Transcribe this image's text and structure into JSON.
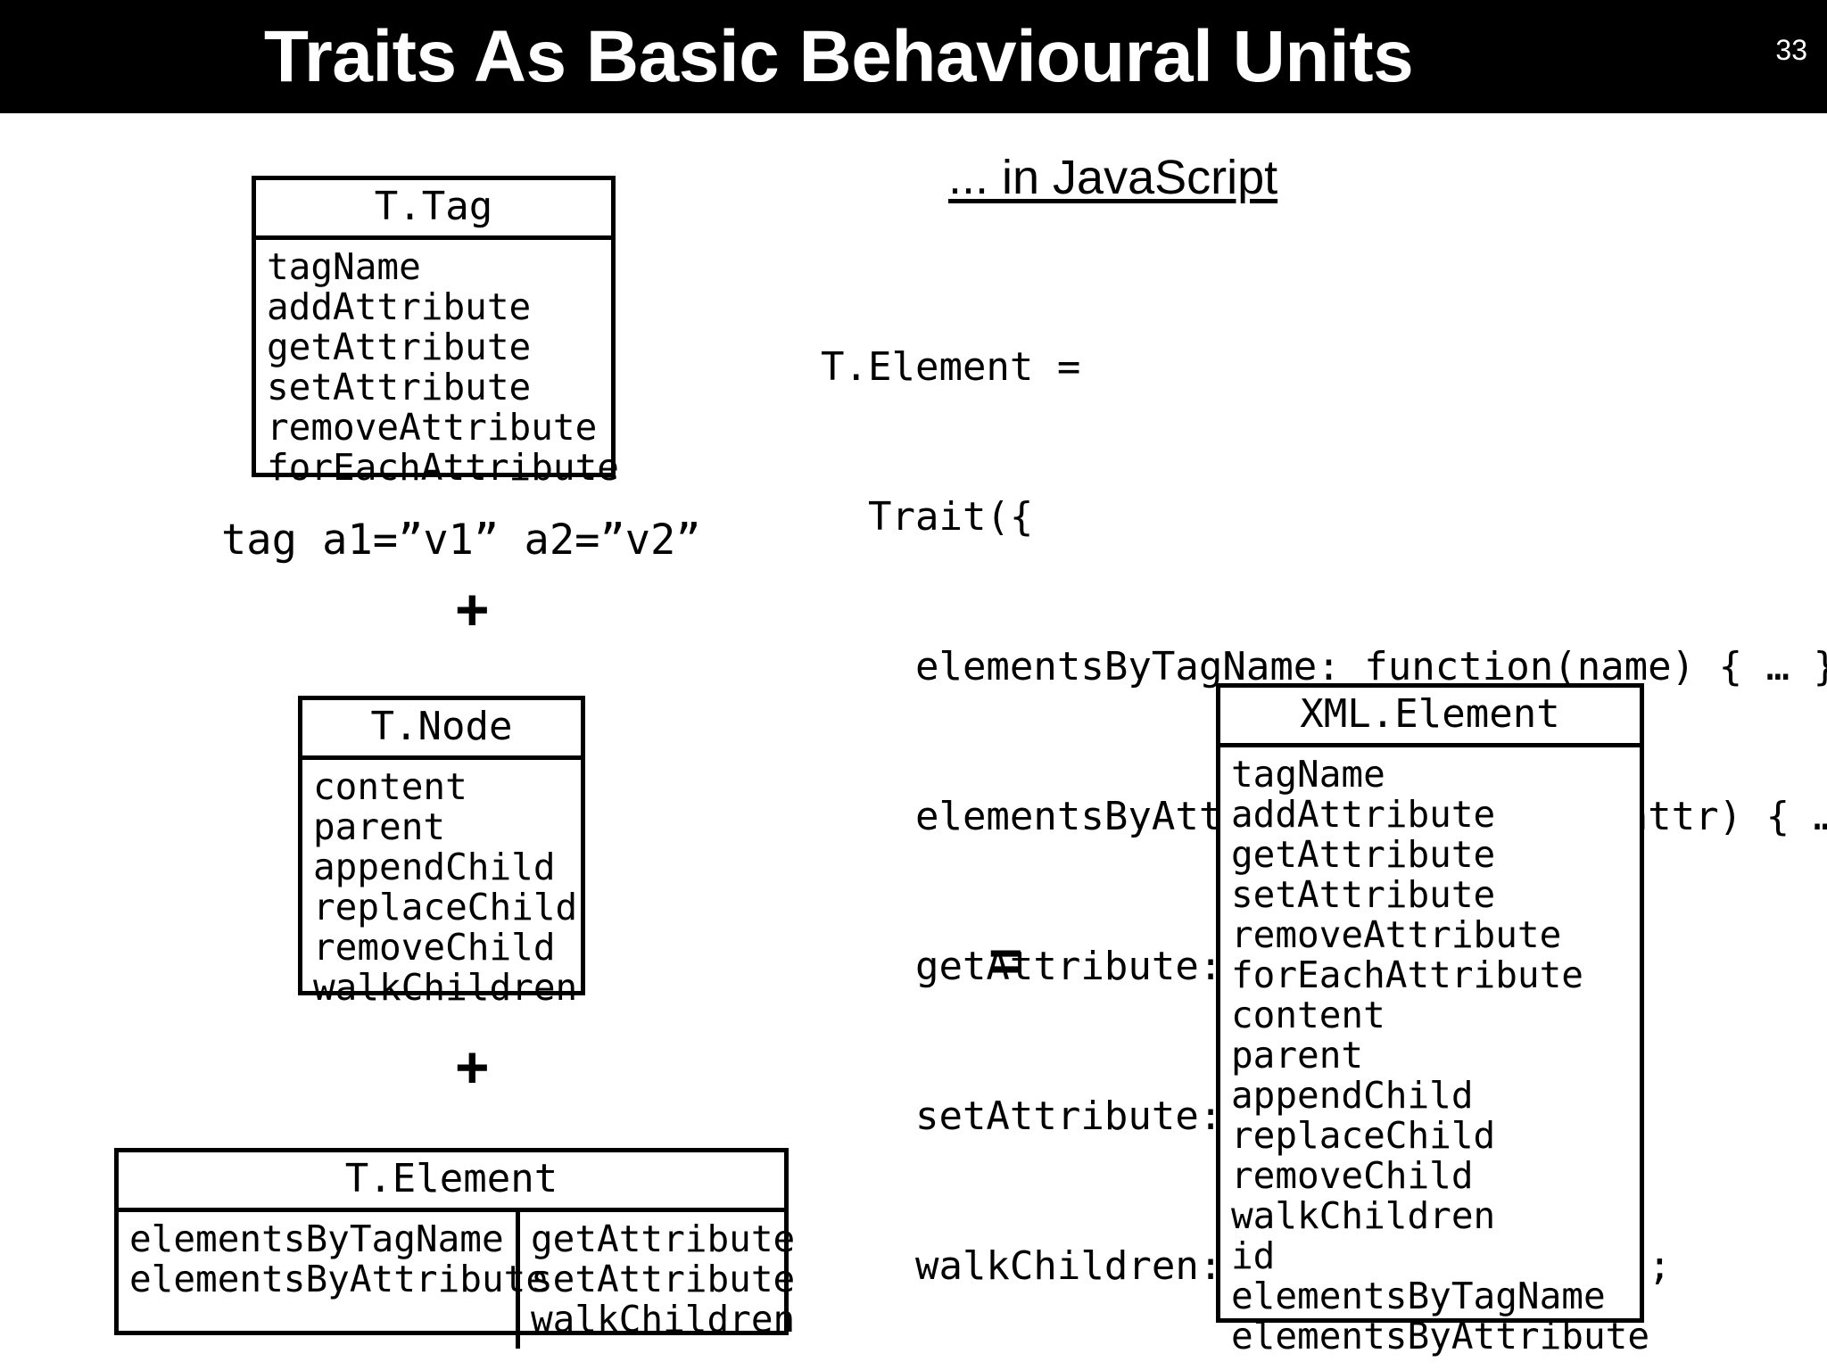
{
  "slide": {
    "title": "Traits As Basic Behavioural Units",
    "number": "33"
  },
  "left_column": {
    "trait_tag": {
      "name": "T.Tag",
      "members": [
        "tagName",
        "addAttribute",
        "getAttribute",
        "setAttribute",
        "removeAttribute",
        "forEachAttribute"
      ]
    },
    "tag_sample": "tag a1=”v1” a2=”v2”",
    "operator_1": "+",
    "trait_node": {
      "name": "T.Node",
      "members": [
        "content",
        "parent",
        "appendChild",
        "replaceChild",
        "removeChild",
        "walkChildren"
      ]
    },
    "operator_2": "+",
    "trait_element": {
      "name": "T.Element",
      "members_left": [
        "elementsByTagName",
        "elementsByAttribute"
      ],
      "members_right": [
        "getAttribute",
        "setAttribute",
        "walkChildren"
      ]
    }
  },
  "right_column": {
    "heading": "... in JavaScript",
    "code_lines": [
      "T.Element =",
      "  Trait({",
      "    elementsByTagName: function(name) { … },",
      "    elementsByAttribute: function(attr) { … },",
      "    getAttribute: Trait.required,",
      "    setAttribute: Trait.required,",
      "    walkChildren: Trait.required });"
    ],
    "operator_equals": "=",
    "xml_element": {
      "name": "XML.Element",
      "members": [
        "tagName",
        "addAttribute",
        "getAttribute",
        "setAttribute",
        "removeAttribute",
        "forEachAttribute",
        "content",
        "parent",
        "appendChild",
        "replaceChild",
        "removeChild",
        "walkChildren",
        "id",
        "elementsByTagName",
        "elementsByAttribute"
      ]
    }
  },
  "colors": {
    "title_bar_background": "#000000",
    "title_text": "#ffffff",
    "page_background": "#ffffff",
    "ink": "#000000"
  }
}
